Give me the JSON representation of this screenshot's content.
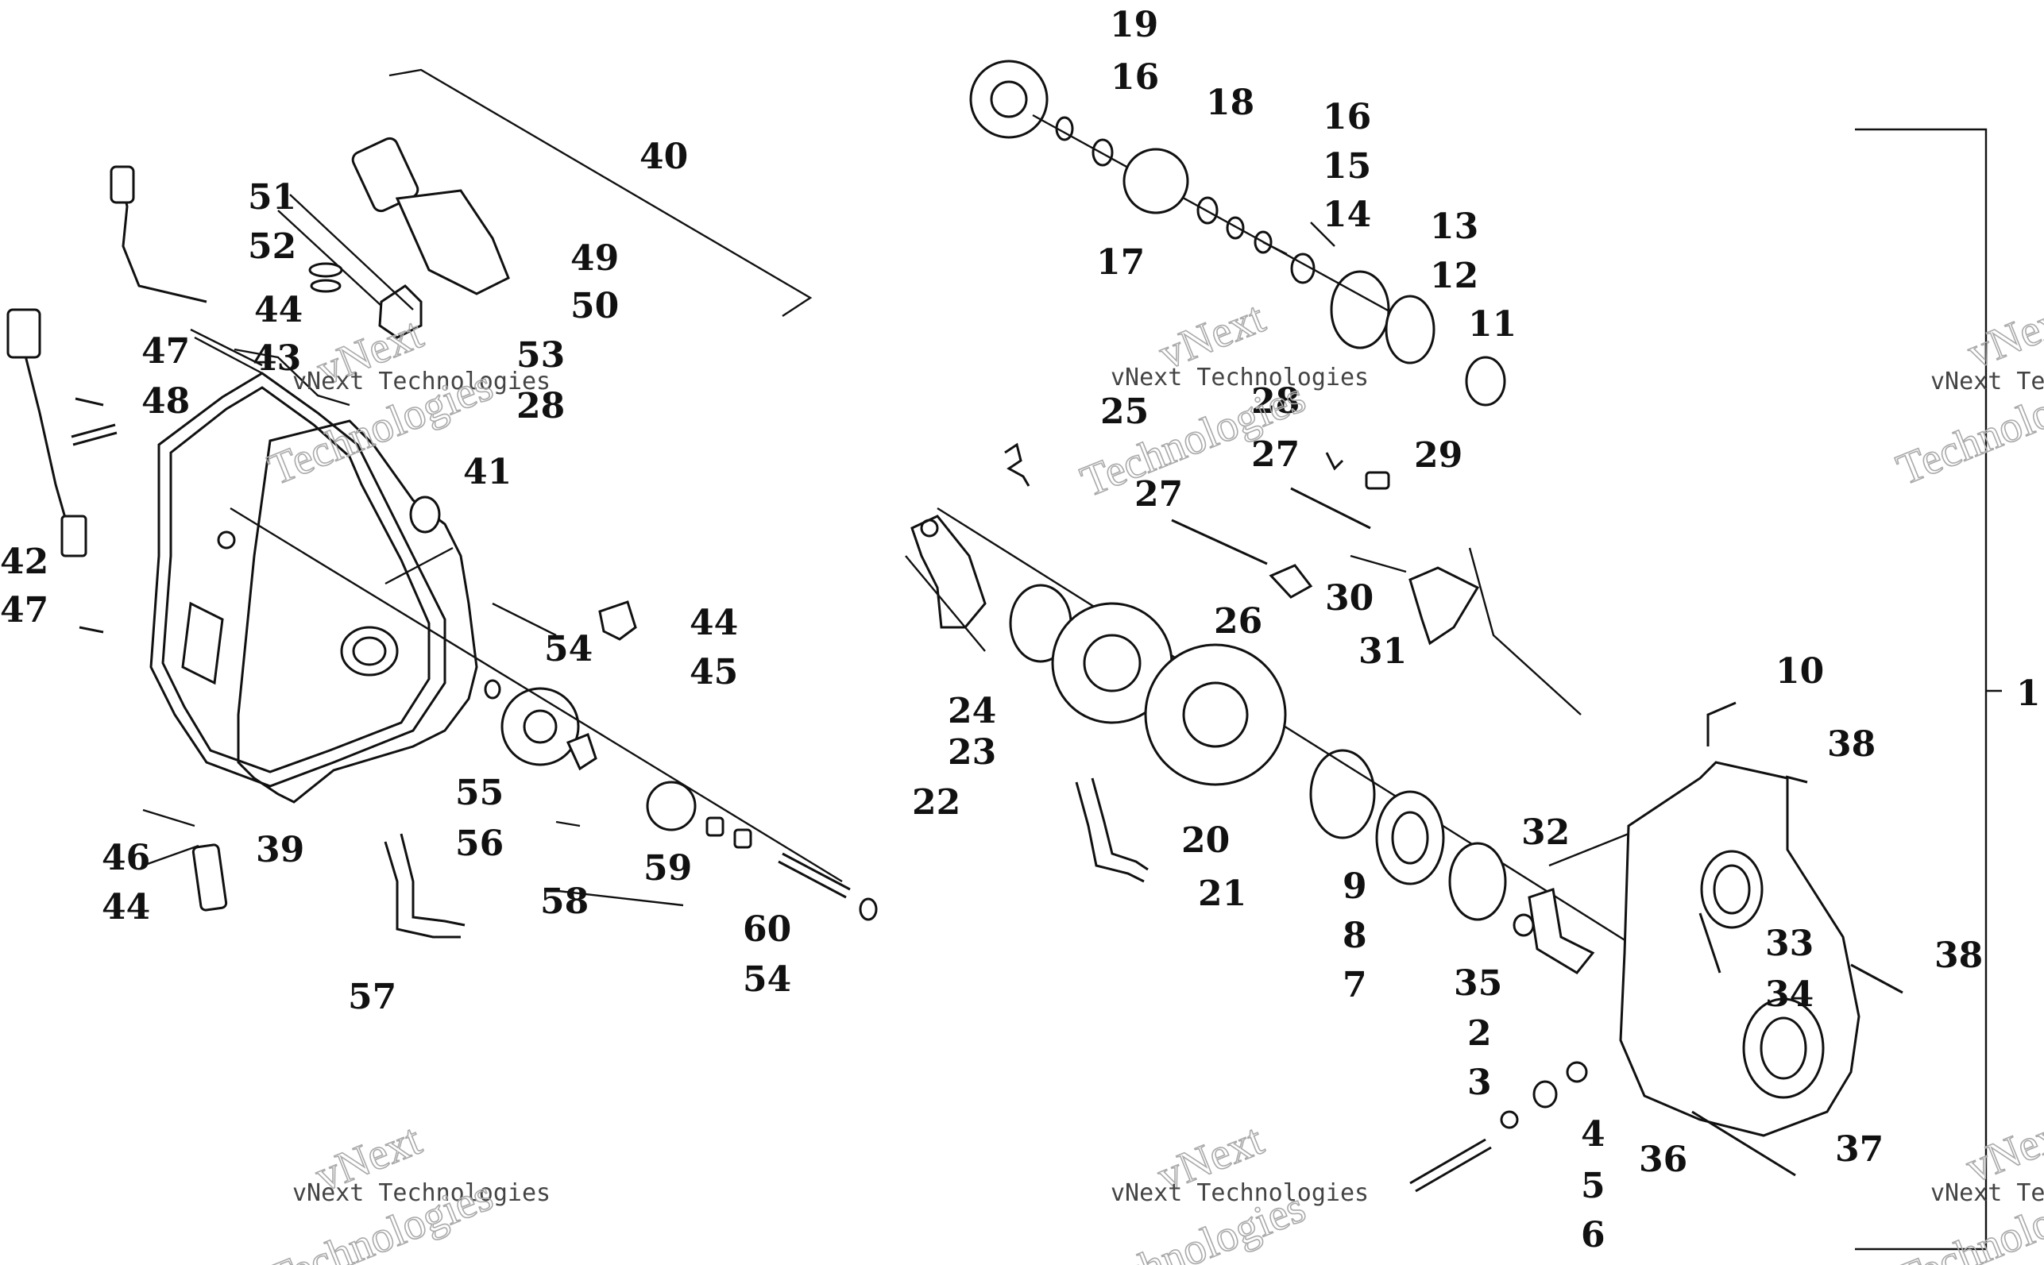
{
  "diagram": {
    "callouts": [
      {
        "id": "c1",
        "text": "1"
      },
      {
        "id": "c2",
        "text": "2"
      },
      {
        "id": "c3",
        "text": "3"
      },
      {
        "id": "c4",
        "text": "4"
      },
      {
        "id": "c5",
        "text": "5"
      },
      {
        "id": "c6",
        "text": "6"
      },
      {
        "id": "c7",
        "text": "7"
      },
      {
        "id": "c8",
        "text": "8"
      },
      {
        "id": "c9",
        "text": "9"
      },
      {
        "id": "c10",
        "text": "10"
      },
      {
        "id": "c11",
        "text": "11"
      },
      {
        "id": "c12",
        "text": "12"
      },
      {
        "id": "c13",
        "text": "13"
      },
      {
        "id": "c14",
        "text": "14"
      },
      {
        "id": "c15",
        "text": "15"
      },
      {
        "id": "c16a",
        "text": "16"
      },
      {
        "id": "c16b",
        "text": "16"
      },
      {
        "id": "c17",
        "text": "17"
      },
      {
        "id": "c18",
        "text": "18"
      },
      {
        "id": "c19",
        "text": "19"
      },
      {
        "id": "c20",
        "text": "20"
      },
      {
        "id": "c21",
        "text": "21"
      },
      {
        "id": "c22",
        "text": "22"
      },
      {
        "id": "c23",
        "text": "23"
      },
      {
        "id": "c24",
        "text": "24"
      },
      {
        "id": "c25",
        "text": "25"
      },
      {
        "id": "c26",
        "text": "26"
      },
      {
        "id": "c27a",
        "text": "27"
      },
      {
        "id": "c27b",
        "text": "27"
      },
      {
        "id": "c28a",
        "text": "28"
      },
      {
        "id": "c28b",
        "text": "28"
      },
      {
        "id": "c29",
        "text": "29"
      },
      {
        "id": "c30",
        "text": "30"
      },
      {
        "id": "c31",
        "text": "31"
      },
      {
        "id": "c32",
        "text": "32"
      },
      {
        "id": "c33",
        "text": "33"
      },
      {
        "id": "c34",
        "text": "34"
      },
      {
        "id": "c35",
        "text": "35"
      },
      {
        "id": "c36",
        "text": "36"
      },
      {
        "id": "c37",
        "text": "37"
      },
      {
        "id": "c38a",
        "text": "38"
      },
      {
        "id": "c38b",
        "text": "38"
      },
      {
        "id": "c39",
        "text": "39"
      },
      {
        "id": "c40",
        "text": "40"
      },
      {
        "id": "c41",
        "text": "41"
      },
      {
        "id": "c42",
        "text": "42"
      },
      {
        "id": "c43",
        "text": "43"
      },
      {
        "id": "c44a",
        "text": "44"
      },
      {
        "id": "c44b",
        "text": "44"
      },
      {
        "id": "c44c",
        "text": "44"
      },
      {
        "id": "c45",
        "text": "45"
      },
      {
        "id": "c46",
        "text": "46"
      },
      {
        "id": "c47a",
        "text": "47"
      },
      {
        "id": "c47b",
        "text": "47"
      },
      {
        "id": "c48",
        "text": "48"
      },
      {
        "id": "c49",
        "text": "49"
      },
      {
        "id": "c50",
        "text": "50"
      },
      {
        "id": "c51",
        "text": "51"
      },
      {
        "id": "c52",
        "text": "52"
      },
      {
        "id": "c53",
        "text": "53"
      },
      {
        "id": "c54a",
        "text": "54"
      },
      {
        "id": "c54b",
        "text": "54"
      },
      {
        "id": "c55",
        "text": "55"
      },
      {
        "id": "c56",
        "text": "56"
      },
      {
        "id": "c57",
        "text": "57"
      },
      {
        "id": "c58",
        "text": "58"
      },
      {
        "id": "c59",
        "text": "59"
      },
      {
        "id": "c60",
        "text": "60"
      }
    ]
  },
  "watermark": {
    "brand": "vNext",
    "company": "vNext Technologies",
    "technologies": "Technologies"
  }
}
